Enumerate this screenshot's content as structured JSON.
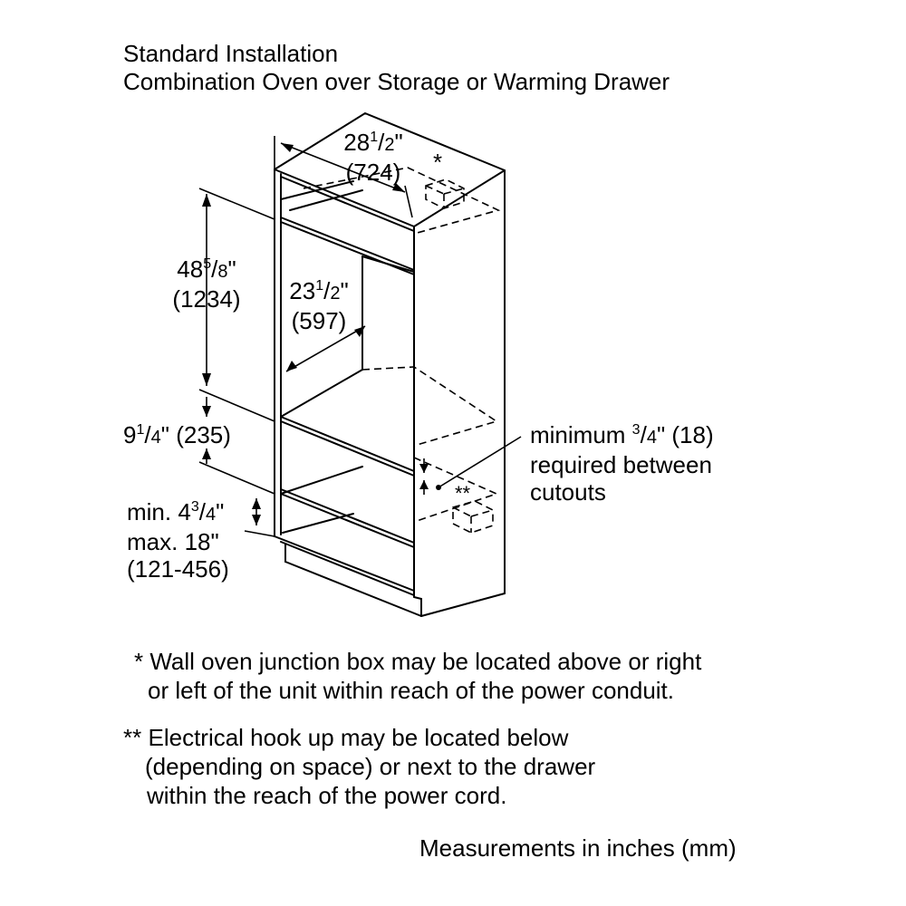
{
  "title": {
    "line1": "Standard Installation",
    "line2": "Combination Oven over Storage or Warming Drawer"
  },
  "dimensions": {
    "width": {
      "whole": "28",
      "num": "1",
      "den": "2",
      "unit": "\"",
      "mm": "(724)"
    },
    "height": {
      "whole": "48",
      "num": "5",
      "den": "8",
      "unit": "\"",
      "mm": "(1234)"
    },
    "depth": {
      "whole": "23",
      "num": "1",
      "den": "2",
      "unit": "\"",
      "mm": "(597)"
    },
    "drawer": {
      "whole": "9",
      "num": "1",
      "den": "4",
      "unit": "\"",
      "mm": "(235)"
    },
    "toe": {
      "prefix": "min. 4",
      "num": "3",
      "den": "4",
      "unit": "\"",
      "line2": "max. 18\"",
      "mm": "(121-456)"
    },
    "gap": {
      "prefix": "minimum ",
      "num": "3",
      "den": "4",
      "unit": "\" (18)",
      "line2": "required between",
      "line3": "cutouts"
    }
  },
  "markers": {
    "junction": "*",
    "electrical": "**"
  },
  "notes": {
    "junction": {
      "mark": "*",
      "line1": "Wall oven junction box may be located above or right",
      "line2": "or left of the unit within reach of the power conduit."
    },
    "electrical": {
      "mark": "**",
      "line1": "Electrical hook up may be located below",
      "line2": "(depending on space) or next to the drawer",
      "line3": "within the reach of the power cord."
    }
  },
  "footer": "Measurements in inches (mm)"
}
